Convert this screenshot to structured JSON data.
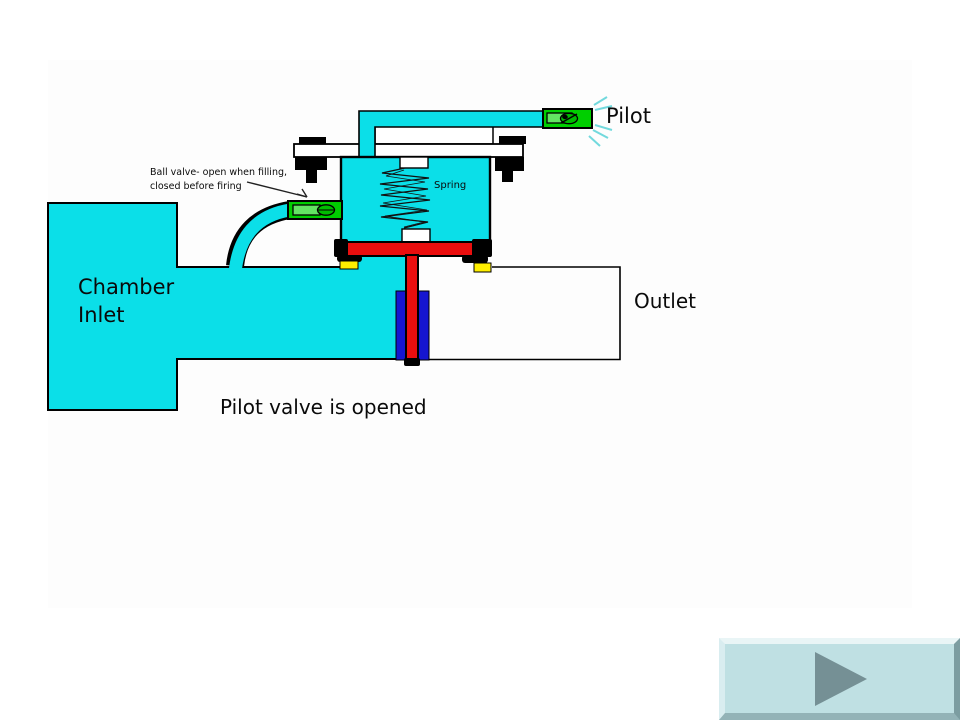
{
  "slide": {
    "caption": "Pilot valve is opened"
  },
  "diagram": {
    "labels": {
      "pilot": "Pilot",
      "spring": "Spring",
      "ball_valve_note_line1": "Ball valve- open when filling,",
      "ball_valve_note_line2": "closed before firing",
      "chamber_line1": "Chamber",
      "chamber_line2": "Inlet",
      "outlet": "Outlet"
    },
    "colors": {
      "canvas_bg": "#fdfdfd",
      "pipe_cyan": "#0bdfe8",
      "valve_green": "#00cf00",
      "valve_green_light": "#63e463",
      "piston_red": "#ea0e0e",
      "seat_blue": "#1515d0",
      "seal_yellow": "#ffef00",
      "spray_cyan": "#72d9dd",
      "outline": "#000000"
    }
  },
  "nav": {
    "next_button": {
      "icon": "play-triangle",
      "face_color": "#bfe0e3",
      "arrow_color": "#759095"
    }
  }
}
